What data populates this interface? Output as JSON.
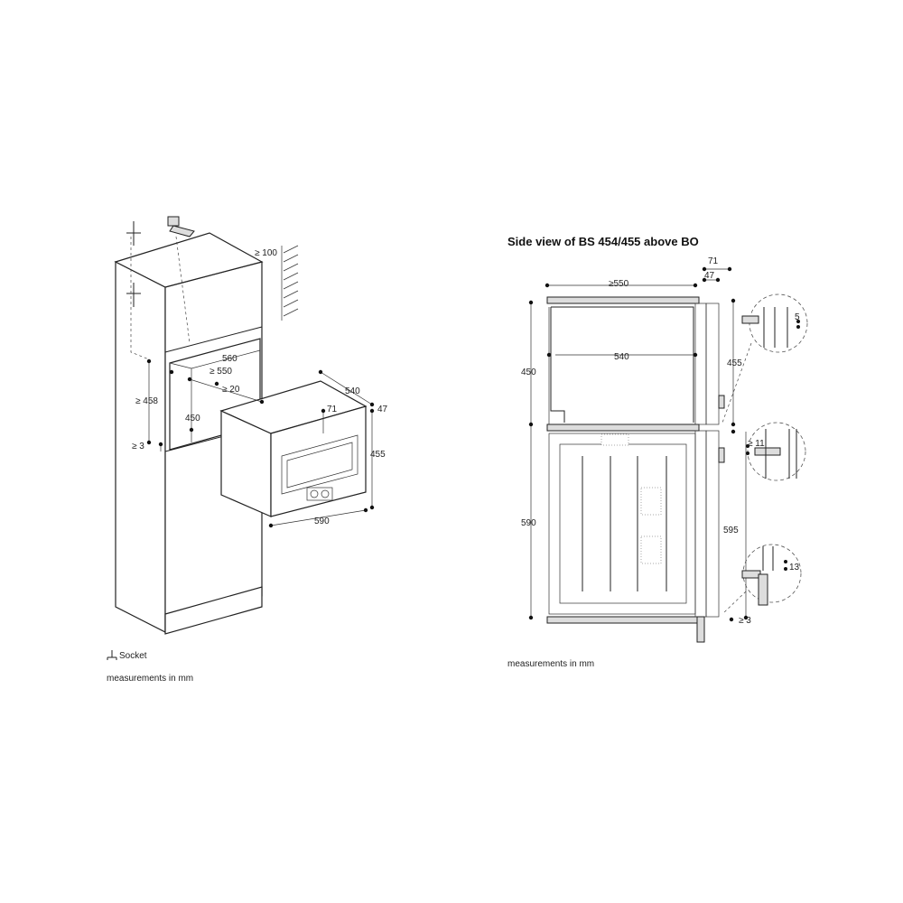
{
  "side_view": {
    "title": "Side view of BS 454/455 above BO",
    "labels": {
      "d71": "71",
      "d47": "47",
      "d550": "≥550",
      "d540": "540",
      "d450": "450",
      "d455": "455",
      "d590": "590",
      "d595": "595",
      "d5": "5",
      "d11": "≥ 11",
      "d13": "13",
      "d3": "≥ 3"
    },
    "footnote": "measurements in mm"
  },
  "iso_view": {
    "labels": {
      "d100": "≥ 100",
      "d560": "560",
      "d550": "≥ 550",
      "d20": "≥ 20",
      "d458": "≥ 458",
      "d450": "450",
      "d3": "≥ 3",
      "d540": "540",
      "d47": "47",
      "d71": "71",
      "d455": "455",
      "d590": "590"
    },
    "legend_socket": "Socket",
    "footnote": "measurements in mm"
  },
  "icons": {
    "socket": "socket-icon",
    "pencil": "pencil-icon"
  }
}
